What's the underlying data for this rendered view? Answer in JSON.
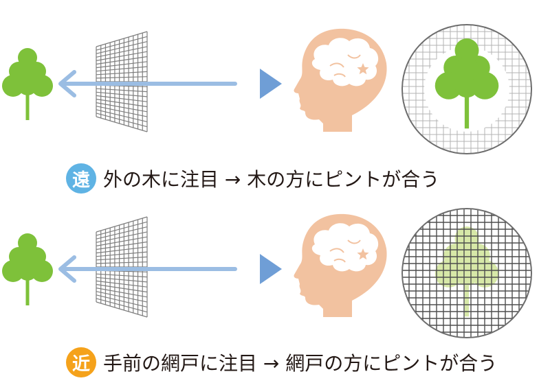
{
  "colors": {
    "tree": "#7ec13a",
    "tree_faded": "#d7e8a8",
    "trunk": "#7ec13a",
    "arrow": "#9bbde3",
    "play_triangle": "#6f9ed6",
    "head": "#f2c2a0",
    "brain": "#ffffff",
    "star": "#f2c2a0",
    "screen": "#7d7d7d",
    "grid_dark": "#4d4d4d",
    "circle_border": "#6d6d6d",
    "badge_far": "#5fb3e4",
    "badge_near": "#f5a21b",
    "text": "#231815"
  },
  "icons": [
    "tree-icon",
    "screen-mesh-icon",
    "arrow-left-icon",
    "play-triangle-icon",
    "head-brain-icon",
    "star-icon"
  ],
  "panels": [
    {
      "id": "far",
      "badge": "遠",
      "caption": "外の木に注目 → 木の方にピントが合う",
      "view": "tree-in-focus"
    },
    {
      "id": "near",
      "badge": "近",
      "caption": "手前の網戸に注目 → 網戸の方にピントが合う",
      "view": "screen-in-focus"
    }
  ]
}
